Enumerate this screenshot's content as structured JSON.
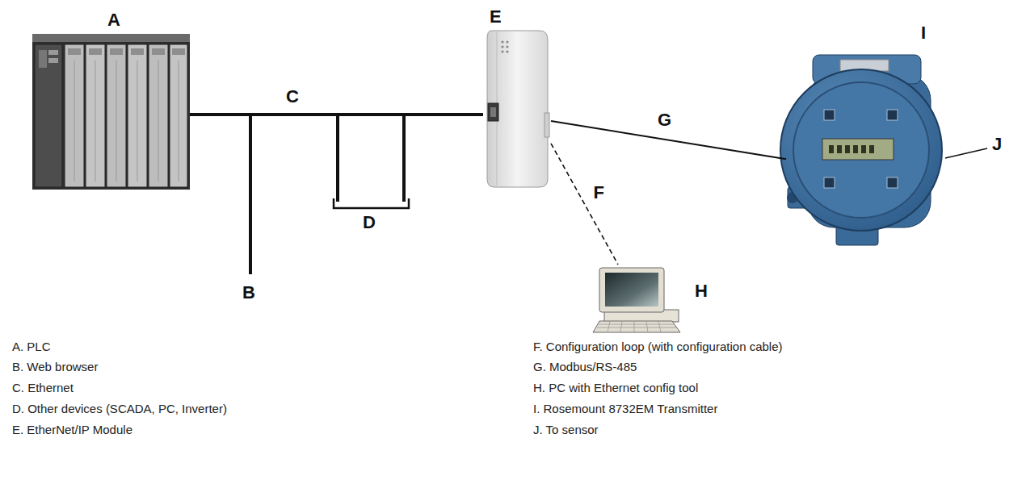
{
  "diagram": {
    "nodes": [
      {
        "text": [
          "A"
        ]
      },
      {
        "text": [
          "E"
        ]
      },
      {
        "text": [
          "H"
        ]
      },
      {
        "text": [
          "I"
        ]
      }
    ],
    "edges": [
      {
        "from": 0,
        "to": 1,
        "arrow": "none",
        "label": "C"
      },
      {
        "from": 1,
        "to": 3,
        "arrow": "none",
        "label": "G"
      },
      {
        "from": 1,
        "to": 2,
        "arrow": "none",
        "label": "F"
      }
    ],
    "labels": [
      "B",
      "D",
      "J",
      "A. PLC",
      "B. Web browser",
      "C. Ethernet",
      "D. Other devices (SCADA, PC, Inverter)",
      "E. EtherNet/IP Module",
      "F. Configuration loop (with configuration cable)",
      "G. Modbus/RS-485",
      "H. PC with Ethernet config tool",
      "I. Rosemount 8732EM Transmitter",
      "J. To sensor"
    ]
  }
}
